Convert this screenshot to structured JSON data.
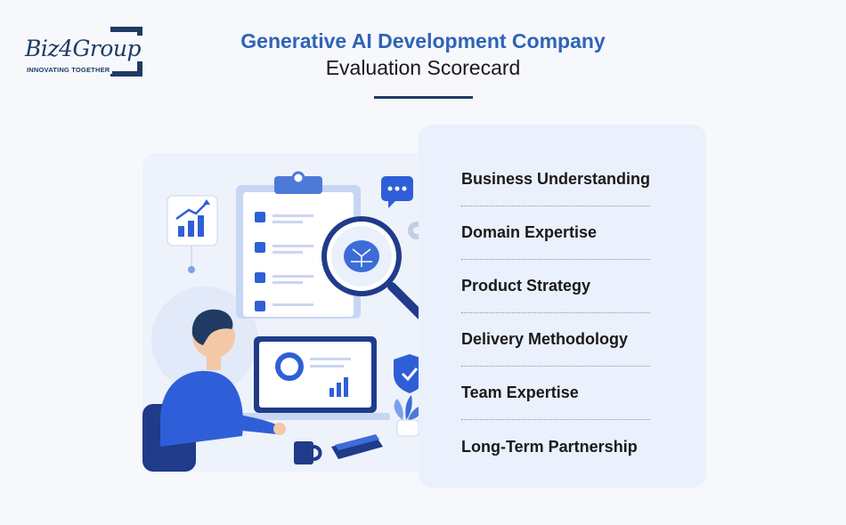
{
  "logo": {
    "text": "Biz4Group",
    "tagline": "INNOVATING TOGETHER"
  },
  "header": {
    "title": "Generative AI Development Company",
    "subtitle": "Evaluation Scorecard"
  },
  "criteria": [
    {
      "label": "Business Understanding"
    },
    {
      "label": "Domain Expertise"
    },
    {
      "label": "Product Strategy"
    },
    {
      "label": "Delivery Methodology"
    },
    {
      "label": "Team Expertise"
    },
    {
      "label": "Long-Term Partnership"
    }
  ],
  "colors": {
    "brand_blue": "#2f63b6",
    "brand_navy": "#1f3b63",
    "accent": "#2f5fd8",
    "panel": "#eaf0fc"
  },
  "illustration": {
    "icons": [
      "growth-chart-icon",
      "clipboard-checklist-icon",
      "chat-bubble-icon",
      "gear-icon",
      "magnifier-brain-icon",
      "shield-check-icon",
      "plant-icon",
      "coffee-mug-icon",
      "notebook-icon",
      "laptop-icon"
    ]
  }
}
